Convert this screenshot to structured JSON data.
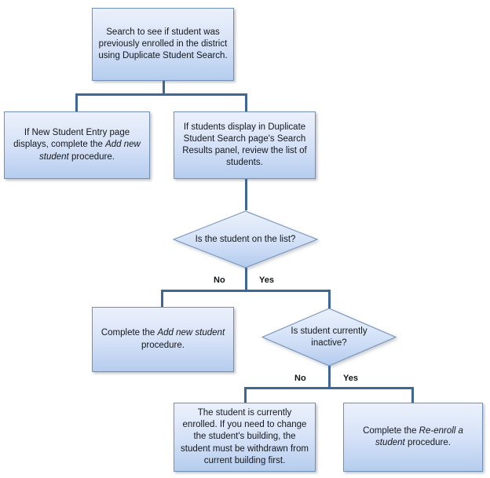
{
  "diagram": {
    "title": "Duplicate Student Search enrollment decision flowchart",
    "type": "flowchart",
    "accent_color": "#3f6795",
    "node_fill_top": "#eaf0fb",
    "node_fill_bottom": "#b5cdee",
    "node_border": "#7190b8",
    "background": "#ffffff"
  },
  "nodes": {
    "start_search": {
      "shape": "process",
      "text": "Search to see if student was previously enrolled in the district using Duplicate Student Search."
    },
    "new_student_entry": {
      "shape": "process",
      "text_part1": "If New Student Entry page displays, complete the ",
      "text_italic": "Add new student",
      "text_part2": " procedure."
    },
    "students_display": {
      "shape": "process",
      "text": "If students display in Duplicate Student Search page's Search Results panel, review the list of students."
    },
    "decision_on_list": {
      "shape": "decision",
      "text": "Is the student on the list?"
    },
    "complete_add_new": {
      "shape": "process",
      "text_part1": "Complete the ",
      "text_italic": "Add new student",
      "text_part2": " procedure."
    },
    "decision_inactive": {
      "shape": "decision",
      "text": "Is student currently inactive?"
    },
    "currently_enrolled": {
      "shape": "process",
      "text": "The student is currently enrolled. If you need to change the student's building, the student must be withdrawn from current building first."
    },
    "complete_reenroll": {
      "shape": "process",
      "text_part1": "Complete the ",
      "text_italic": "Re-enroll a student",
      "text_part2": " procedure."
    }
  },
  "branch_labels": {
    "on_list_no": "No",
    "on_list_yes": "Yes",
    "inactive_no": "No",
    "inactive_yes": "Yes"
  },
  "chart_data": {
    "type": "flowchart",
    "title": "Duplicate Student Search enrollment decision flowchart",
    "nodes": [
      {
        "id": "start_search",
        "shape": "process",
        "label": "Search to see if student was previously enrolled in the district using Duplicate Student Search."
      },
      {
        "id": "new_student_entry",
        "shape": "process",
        "label": "If New Student Entry page displays, complete the Add new student procedure."
      },
      {
        "id": "students_display",
        "shape": "process",
        "label": "If students display in Duplicate Student Search page's Search Results panel, review the list of students."
      },
      {
        "id": "decision_on_list",
        "shape": "decision",
        "label": "Is the student on the list?"
      },
      {
        "id": "complete_add_new",
        "shape": "process",
        "label": "Complete the Add new student procedure."
      },
      {
        "id": "decision_inactive",
        "shape": "decision",
        "label": "Is student currently inactive?"
      },
      {
        "id": "currently_enrolled",
        "shape": "process",
        "label": "The student is currently enrolled. If you need to change the student's building, the student must be withdrawn from current building first."
      },
      {
        "id": "complete_reenroll",
        "shape": "process",
        "label": "Complete the Re-enroll a student procedure."
      }
    ],
    "edges": [
      {
        "from": "start_search",
        "to": "new_student_entry",
        "label": ""
      },
      {
        "from": "start_search",
        "to": "students_display",
        "label": ""
      },
      {
        "from": "students_display",
        "to": "decision_on_list",
        "label": ""
      },
      {
        "from": "decision_on_list",
        "to": "complete_add_new",
        "label": "No"
      },
      {
        "from": "decision_on_list",
        "to": "decision_inactive",
        "label": "Yes"
      },
      {
        "from": "decision_inactive",
        "to": "currently_enrolled",
        "label": "No"
      },
      {
        "from": "decision_inactive",
        "to": "complete_reenroll",
        "label": "Yes"
      }
    ]
  }
}
